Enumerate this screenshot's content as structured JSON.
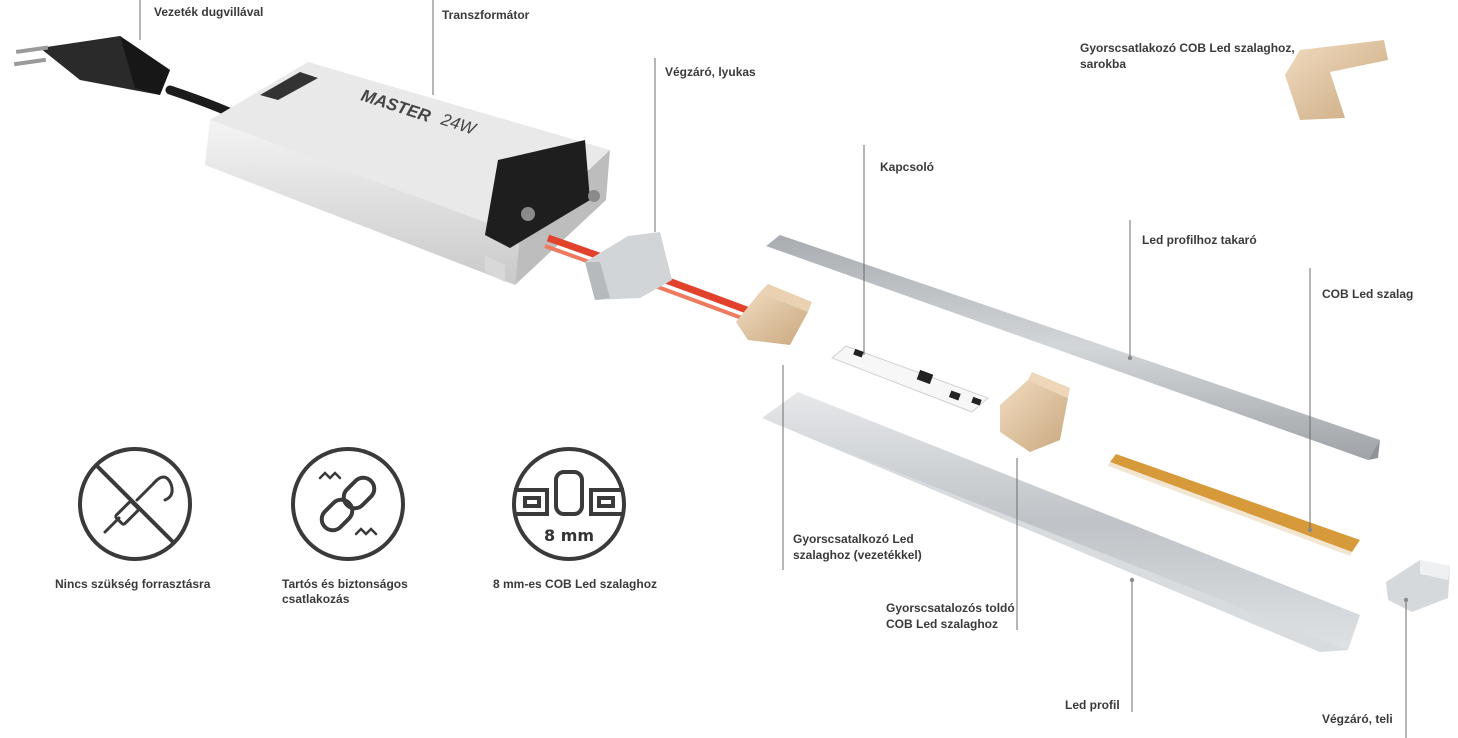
{
  "labels": {
    "plug_cable": "Vezeték dugvillával",
    "transformer": "Transzformátor",
    "end_cap_hole": "Végzáró, lyukas",
    "corner_connector": "Gyorscsatlakozó COB Led szalaghoz,\nsarokba",
    "switch": "Kapcsoló",
    "profile_cover": "Led profilhoz takaró",
    "cob_strip": "COB Led szalag",
    "wired_connector": "Gyorscsatalkozó Led\nszalaghoz (vezetékkel)",
    "joiner": "Gyorscsatalozós toldó\nCOB Led szalaghoz",
    "led_profile": "Led profil",
    "end_cap_full": "Végzáró, teli"
  },
  "transformer_print": {
    "brand": "MASTER",
    "power": "24W"
  },
  "features": [
    {
      "icon": "no-soldering-icon",
      "text": "Nincs szükség forrasztásra"
    },
    {
      "icon": "secure-link-icon",
      "text": "Tartós és biztonságos\ncsatlakozás"
    },
    {
      "icon": "8mm-strip-icon",
      "text": "8 mm-es COB Led szalaghoz",
      "icon_text": "8 mm"
    }
  ],
  "colors": {
    "leader_line": "#6b6b6b",
    "label_text": "#3a3a3a",
    "icon_stroke": "#3a3a3a",
    "strip_amber": "#d79a3a",
    "wire_red": "#e2412b",
    "profile_grey": "#c9cdd1"
  }
}
